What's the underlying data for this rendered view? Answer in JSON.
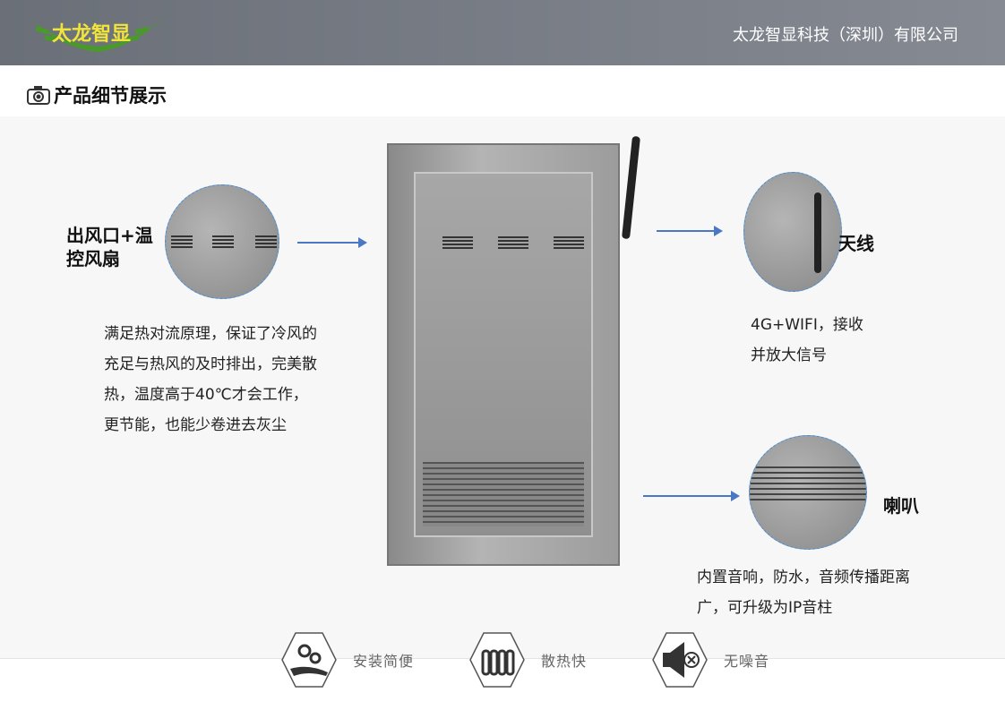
{
  "header": {
    "logo_text": "太龙智显",
    "company": "太龙智显科技（深圳）有限公司"
  },
  "section": {
    "title": "产品细节展示",
    "icon": "camera-icon"
  },
  "callouts": {
    "vent": {
      "label_line1": "出风口+温",
      "label_line2": "控风扇",
      "desc": [
        "满足热对流原理，保证了冷风的",
        "充足与热风的及时排出，完美散",
        "热，温度高于40℃才会工作，",
        "更节能，也能少卷进去灰尘"
      ]
    },
    "antenna": {
      "label": "天线",
      "desc": [
        "4G+WIFI，接收",
        "并放大信号"
      ]
    },
    "speaker": {
      "label": "喇叭",
      "desc": [
        "内置音响，防水，音频传播距离",
        "广，可升级为IP音柱"
      ]
    }
  },
  "features": [
    {
      "label": "安装简便",
      "icon": "hand-gears-icon"
    },
    {
      "label": "散热快",
      "icon": "radiator-icon"
    },
    {
      "label": "无噪音",
      "icon": "mute-speaker-icon"
    }
  ],
  "colors": {
    "accent": "#4a78c4",
    "logo": "#f1e43a"
  }
}
